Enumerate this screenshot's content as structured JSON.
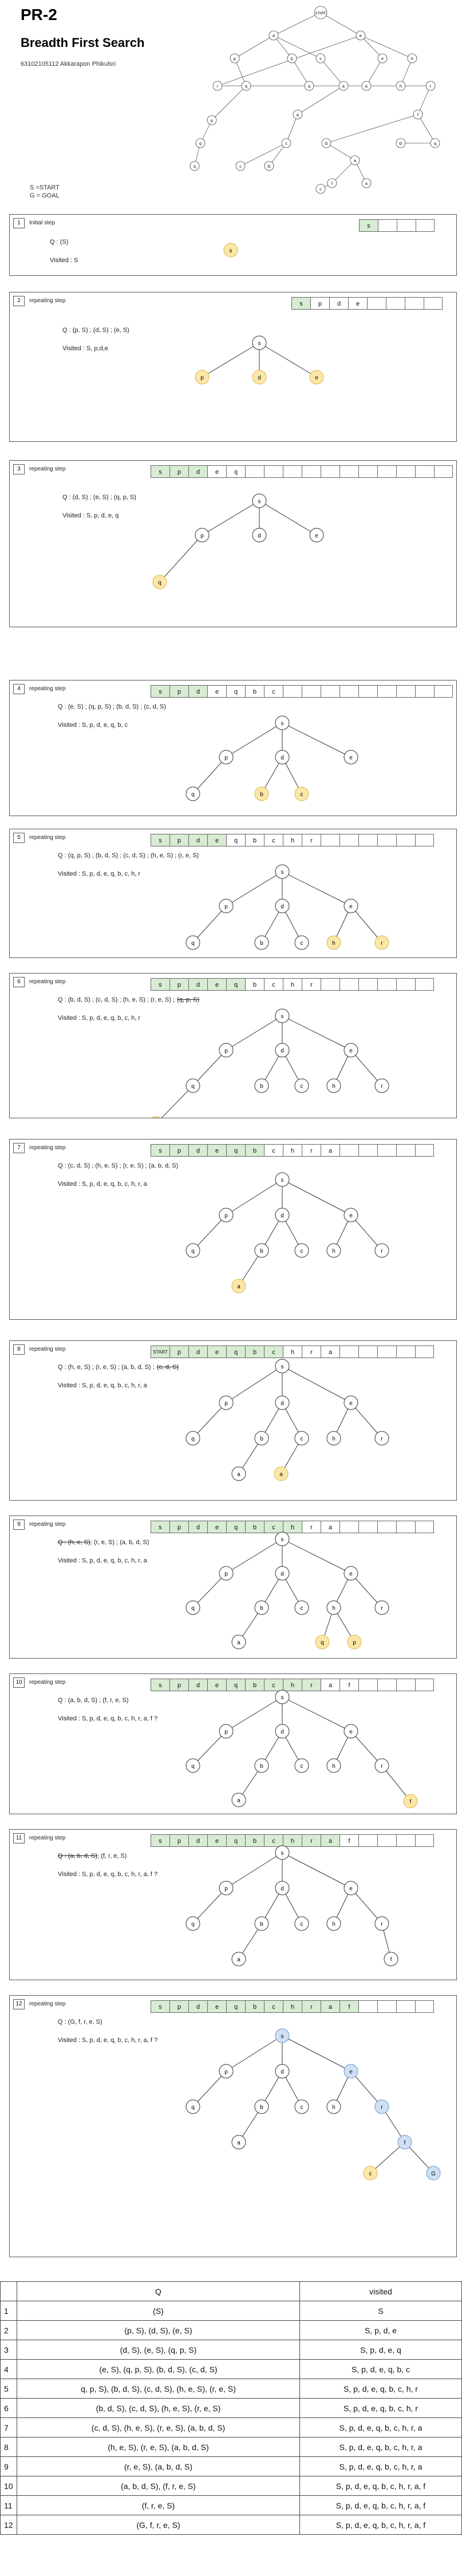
{
  "header": {
    "title": "PR-2",
    "subtitle": "Breadth First Search",
    "student": "63102105112 Akkarapon Phikulsri",
    "legend_start": "S =START",
    "legend_goal": "G = GOAL"
  },
  "bigtree_nodes": [
    "START",
    "S",
    "d",
    "e",
    "p",
    "b",
    "c",
    "e",
    "h",
    "r",
    "q",
    "q",
    "a",
    "a",
    "h",
    "r",
    "p",
    "q",
    "f",
    "q",
    "c",
    "G",
    "q",
    "q",
    "c",
    "G",
    "a",
    "a",
    "f",
    "G",
    "c"
  ],
  "steps": [
    {
      "num": "1",
      "label": "Initial step",
      "q": "Q : (S)",
      "visited": "Visited : S",
      "seq": [
        "s",
        "",
        "",
        ""
      ],
      "on": 1
    },
    {
      "num": "2",
      "label": "repeating step",
      "q": "Q : (p, S) ; (d, S) ; (e, S)",
      "visited": "Visited : S, p,d,e",
      "seq": [
        "s",
        "p",
        "d",
        "e",
        "",
        "",
        "",
        ""
      ],
      "on": 1
    },
    {
      "num": "3",
      "label": "repeating step",
      "q": "Q : (d, S) ; (e, S) ; (q, p, S)",
      "visited": "Visited : S, p, d, e, q",
      "seq": [
        "s",
        "p",
        "d",
        "e",
        "q",
        "",
        "",
        "",
        "",
        "",
        "",
        "",
        "",
        "",
        "",
        ""
      ],
      "on": 3
    },
    {
      "num": "4",
      "label": "repeating step",
      "q": "Q : (e, S) ; (q, p, S) ; (b, d, S) ; (c, d, S)",
      "visited": "Visited : S, p, d, e, q, b, c",
      "seq": [
        "s",
        "p",
        "d",
        "e",
        "q",
        "b",
        "c",
        "",
        "",
        "",
        "",
        "",
        "",
        "",
        "",
        ""
      ],
      "on": 3
    },
    {
      "num": "5",
      "label": "repeating step",
      "q": "Q : (q, p, S) ; (b, d, S) ; (c, d, S) ; (h, e, S) ; (r, e, S)",
      "visited": "Visited : S, p, d, e, q, b, c, h, r",
      "seq": [
        "s",
        "p",
        "d",
        "e",
        "q",
        "b",
        "c",
        "h",
        "r",
        "",
        "",
        "",
        "",
        "",
        ""
      ],
      "on": 4
    },
    {
      "num": "6",
      "label": "repeating step",
      "q": "Q : (b, d, S) ; (c, d, S) ; (h, e, S) ; (r, e, S) ;",
      "q_strike": "(q, p, S)",
      "visited": "Visited : S, p, d, e, q, b, c, h, r",
      "seq": [
        "s",
        "p",
        "d",
        "e",
        "q",
        "b",
        "c",
        "h",
        "r",
        "",
        "",
        "",
        "",
        "",
        ""
      ],
      "on": 5
    },
    {
      "num": "7",
      "label": "repeating step",
      "q": "Q : (c, d, S) ; (h, e, S) ; (r, e, S) ; (a, b, d, S)",
      "visited": "Visited : S, p, d, e, q, b, c, h, r, a",
      "seq": [
        "s",
        "p",
        "d",
        "e",
        "q",
        "b",
        "c",
        "h",
        "r",
        "a",
        "",
        "",
        "",
        "",
        ""
      ],
      "on": 6
    },
    {
      "num": "8",
      "label": "repeating step",
      "q": "Q : (h, e, S) ; (r, e, S) ; (a, b, d, S) ;",
      "q_strike": "(c, d, S)",
      "visited": "Visited : S, p, d, e, q, b, c, h, r, a",
      "seq": [
        "START",
        "p",
        "d",
        "e",
        "q",
        "b",
        "c",
        "h",
        "r",
        "a",
        "",
        "",
        "",
        "",
        ""
      ],
      "on": 7
    },
    {
      "num": "9",
      "label": "repeating step",
      "q_strike": "Q : (h, e, S)",
      "q": "; (r, e, S) ; (a, b, d, S)",
      "visited": "Visited : S, p, d, e, q, b, c, h, r, a",
      "seq": [
        "s",
        "p",
        "d",
        "e",
        "q",
        "b",
        "c",
        "h",
        "r",
        "a",
        "",
        "",
        "",
        "",
        ""
      ],
      "on": 8
    },
    {
      "num": "10",
      "label": "repeating step",
      "q": "Q : (a, b, d, S) ; (f, r, e, S)",
      "visited": "Visited : S, p, d, e, q, b, c, h, r, a, f ?",
      "seq": [
        "s",
        "p",
        "d",
        "e",
        "q",
        "b",
        "c",
        "h",
        "r",
        "a",
        "f",
        "",
        "",
        "",
        ""
      ],
      "on": 9
    },
    {
      "num": "11",
      "label": "repeating step",
      "q_strike": "Q : (a, b, d, S)",
      "q": "; (f, r, e, S)",
      "visited": "Visited : S, p, d, e, q, b, c, h, r, a, f ?",
      "seq": [
        "s",
        "p",
        "d",
        "e",
        "q",
        "b",
        "c",
        "h",
        "r",
        "a",
        "f",
        "",
        "",
        "",
        ""
      ],
      "on": 10
    },
    {
      "num": "12",
      "label": "repeating step",
      "q": "Q : (G, f, r, e, S)",
      "visited": "Visited : S, p, d, e, q, b, c, h, r, a, f ?",
      "seq": [
        "s",
        "p",
        "d",
        "e",
        "q",
        "b",
        "c",
        "h",
        "r",
        "a",
        "f",
        "",
        "",
        "",
        ""
      ],
      "on": 11
    }
  ],
  "tree_labels": {
    "s": "s",
    "p": "p",
    "d": "d",
    "e": "e",
    "q": "q",
    "b": "b",
    "c": "c",
    "h": "h",
    "r": "r",
    "a": "a",
    "f": "f",
    "G": "G"
  },
  "summary": {
    "headers": [
      "",
      "Q",
      "visited"
    ],
    "rows": [
      [
        "1",
        "(S)",
        "S"
      ],
      [
        "2",
        "(p, S), (d, S), (e, S)",
        "S, p, d, e"
      ],
      [
        "3",
        "(d, S), (e, S), (q, p, S)",
        "S, p, d, e, q"
      ],
      [
        "4",
        "(e, S), (q, p, S), (b, d, S), (c, d, S)",
        "S, p, d, e, q, b, c"
      ],
      [
        "5",
        "q, p, S), (b, d, S), (c, d, S), (h, e, S), (r, e, S)",
        "S, p, d, e, q, b, c, h, r"
      ],
      [
        "6",
        "(b, d, S), (c, d, S), (h, e, S), (r, e, S)",
        "S, p, d, e, q, b, c, h, r"
      ],
      [
        "7",
        "(c, d, S), (h, e, S), (r, e, S),  (a, b, d, S)",
        "S, p, d, e, q, b, c, h, r, a"
      ],
      [
        "8",
        "(h, e, S), (r, e, S),  (a, b, d, S)",
        "S, p, d, e, q, b, c, h, r, a"
      ],
      [
        "9",
        "(r, e, S),  (a, b, d, S)",
        "S, p, d, e, q, b, c, h, r, a"
      ],
      [
        "10",
        "(a, b, d, S), (f, r, e, S)",
        "S, p, d, e, q, b, c, h, r, a, f"
      ],
      [
        "11",
        "(f, r, e, S)",
        "S, p, d, e, q, b, c, h, r, a, f"
      ],
      [
        "12",
        "(G, f, r, e, S)",
        "S, p, d, e, q, b, c, h, r, a, f"
      ]
    ]
  },
  "colors": {
    "highlight": "#fbe7a8",
    "highlight_stroke": "#e0b64a",
    "goal_path": "#cfe0f5",
    "goal_stroke": "#6f94c7",
    "cell_on": "#d7ecd3",
    "red": "#d23a3a"
  }
}
